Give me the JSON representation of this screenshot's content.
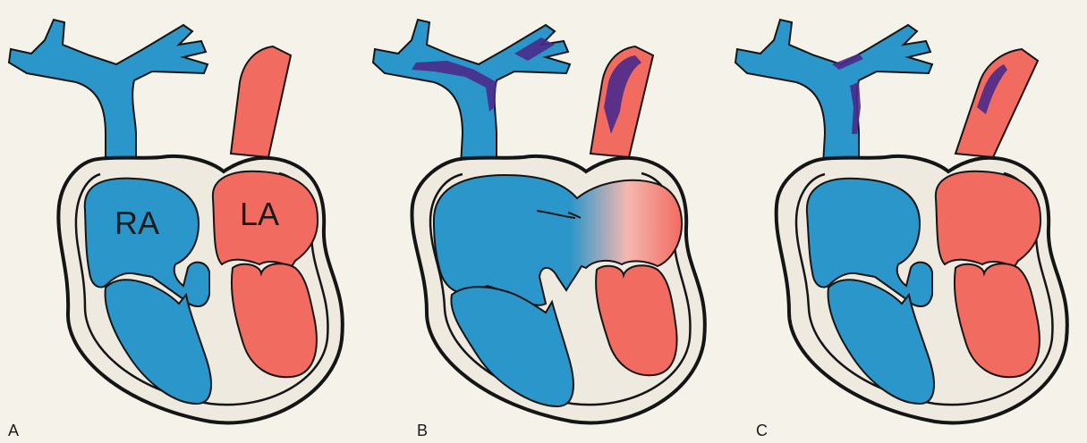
{
  "panels": [
    {
      "letter": "A",
      "chamber_labels": {
        "right_atrium": "RA",
        "left_atrium": "LA"
      }
    },
    {
      "letter": "B"
    },
    {
      "letter": "C"
    }
  ],
  "colors": {
    "paper": "#efeadf",
    "outline": "#151515",
    "deoxygenated_blue": "#2b96c9",
    "oxygenated_red": "#f26b60",
    "clot_purple": "#4a2a8c",
    "label_text": "#1a1a1a"
  }
}
